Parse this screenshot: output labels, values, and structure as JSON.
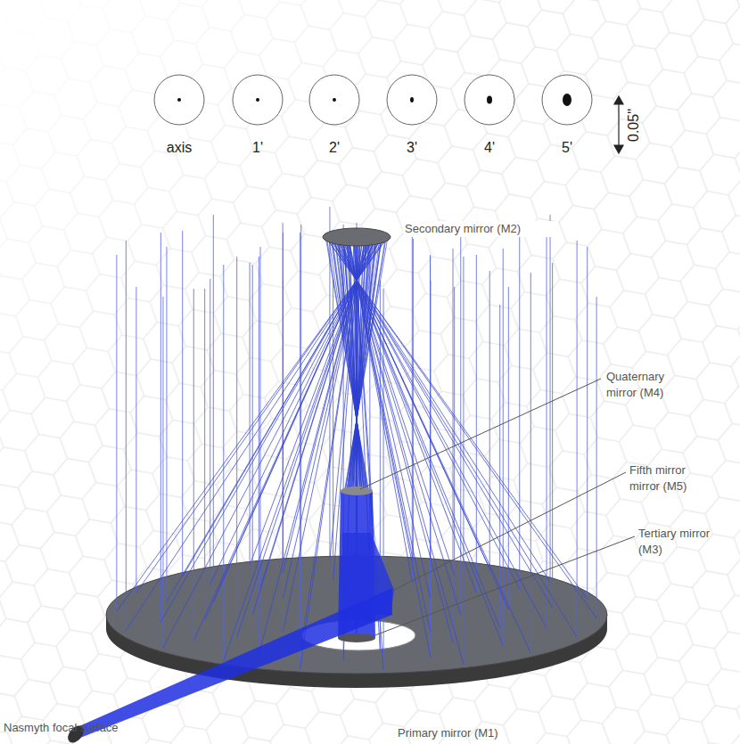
{
  "diagram": {
    "labels": [
      "axis",
      "1'",
      "2'",
      "3'",
      "4'",
      "5'",
      "0.05''",
      "Secondary mirror (M2)",
      "Quaternary mirror (M4)",
      "Fifth mirror mirror (M5)",
      "Tertiary mirror (M3)",
      "Nasmyth focal surface",
      "Primary mirror (M1)"
    ]
  }
}
